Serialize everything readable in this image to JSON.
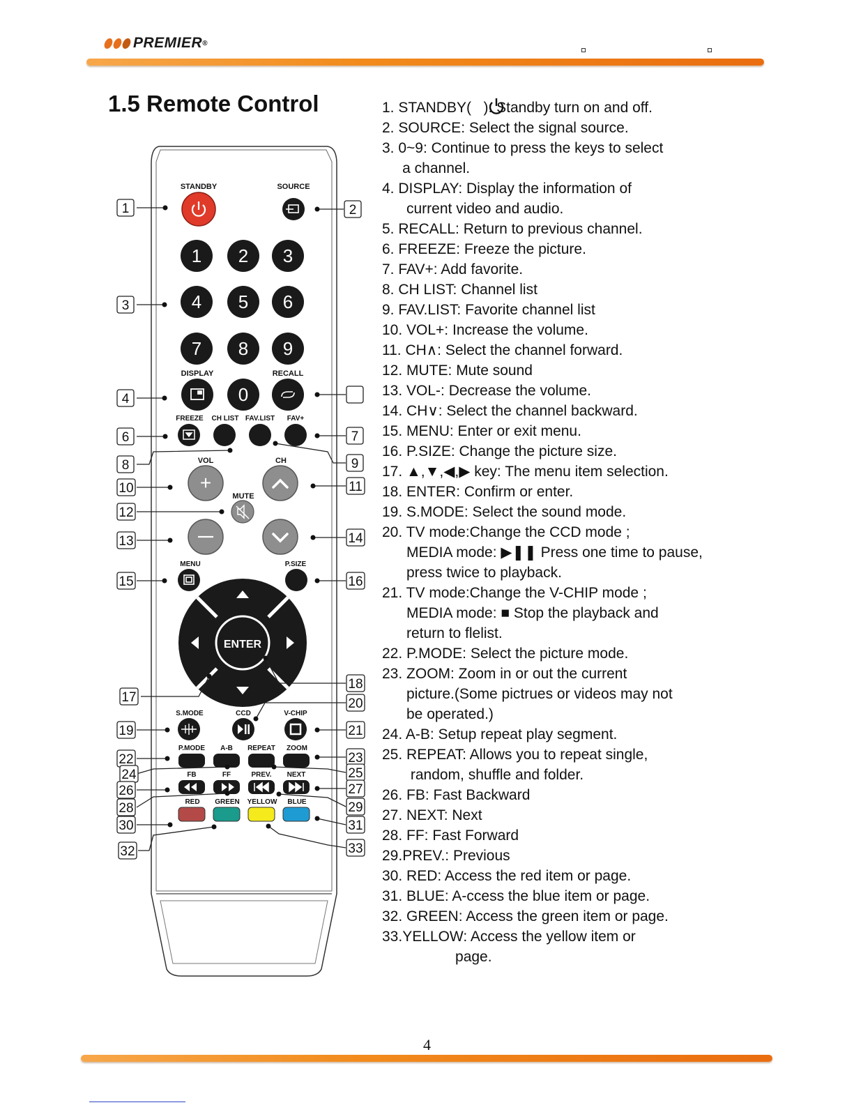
{
  "header": {
    "brand": "PREMIER",
    "reg_mark": "®"
  },
  "title": "1.5 Remote Control",
  "remote": {
    "labels": {
      "standby": "STANDBY",
      "source": "SOURCE",
      "display": "DISPLAY",
      "recall": "RECALL",
      "freeze": "FREEZE",
      "chlist": "CH LIST",
      "favlist": "FAV.LIST",
      "favplus": "FAV+",
      "vol": "VOL",
      "ch": "CH",
      "mute": "MUTE",
      "menu": "MENU",
      "psize": "P.SIZE",
      "enter": "ENTER",
      "smode": "S.MODE",
      "ccd": "CCD",
      "vchip": "V-CHIP",
      "pmode": "P.MODE",
      "ab": "A-B",
      "repeat": "REPEAT",
      "zoom": "ZOOM",
      "fb": "FB",
      "ff": "FF",
      "prev": "PREV.",
      "next": "NEXT",
      "red": "RED",
      "green": "GREEN",
      "yellow": "YELLOW",
      "blue": "BLUE"
    },
    "digits": [
      "1",
      "2",
      "3",
      "4",
      "5",
      "6",
      "7",
      "8",
      "9",
      "0"
    ],
    "colors": {
      "standby": "#e03a2a",
      "red": "#b34a47",
      "green": "#1a9b8c",
      "yellow": "#f4ea1c",
      "blue": "#1f9bd3",
      "vol_ch": "#8e8e8e",
      "accent": "#f28b1c"
    },
    "callouts": [
      "1",
      "2",
      "3",
      "4",
      "6",
      "7",
      "8",
      "9",
      "10",
      "11",
      "12",
      "13",
      "14",
      "15",
      "16",
      "17",
      "18",
      "19",
      "20",
      "21",
      "22",
      "23",
      "24",
      "25",
      "26",
      "27",
      "28",
      "29",
      "30",
      "31",
      "32",
      "33"
    ]
  },
  "descriptions": [
    "1. STANDBY(   ): Standby turn on and off.",
    "2. SOURCE: Select the signal source.",
    "3. 0~9: Continue to press the keys to select",
    "     a channel.",
    "4. DISPLAY: Display the information of",
    "      current video and audio.",
    "5. RECALL: Return to previous channel.",
    "6. FREEZE: Freeze the picture.",
    "7. FAV+: Add favorite.",
    "8. CH LIST: Channel list",
    "9. FAV.LIST: Favorite channel list",
    "10. VOL+: Increase the volume.",
    "11. CH∧: Select the channel forward.",
    "12. MUTE: Mute sound",
    "13. VOL-: Decrease the volume.",
    "14. CH∨: Select the channel backward.",
    "15. MENU: Enter or exit menu.",
    "16. P.SIZE: Change the picture size.",
    "17. ▲,▼,◀,▶ key: The menu item selection.",
    "18. ENTER: Confirm or enter.",
    "19. S.MODE: Select the sound mode.",
    "20. TV mode:Change the CCD mode ;",
    "      MEDIA mode: ▶❚❚ Press one time to pause,",
    "      press twice to playback.",
    "21. TV mode:Change the V-CHIP mode ;",
    "      MEDIA mode: ■ Stop the playback and",
    "      return to flelist.",
    "22. P.MODE: Select the picture mode.",
    "23. ZOOM: Zoom in or out the current",
    "      picture.(Some pictrues or videos may not",
    "      be operated.)",
    "24. A-B: Setup repeat play segment.",
    "25. REPEAT: Allows you to repeat single,",
    "       random, shuffle and folder.",
    "26. FB: Fast Backward",
    "27. NEXT: Next",
    "28. FF: Fast Forward",
    "29.PREV.: Previous",
    "30. RED: Access the red item or page.",
    "31. BLUE: A-ccess the blue item or page.",
    "32. GREEN: Access the green item or page.",
    "33.YELLOW: Access the yellow item or",
    "                  page."
  ],
  "page_number": "4"
}
